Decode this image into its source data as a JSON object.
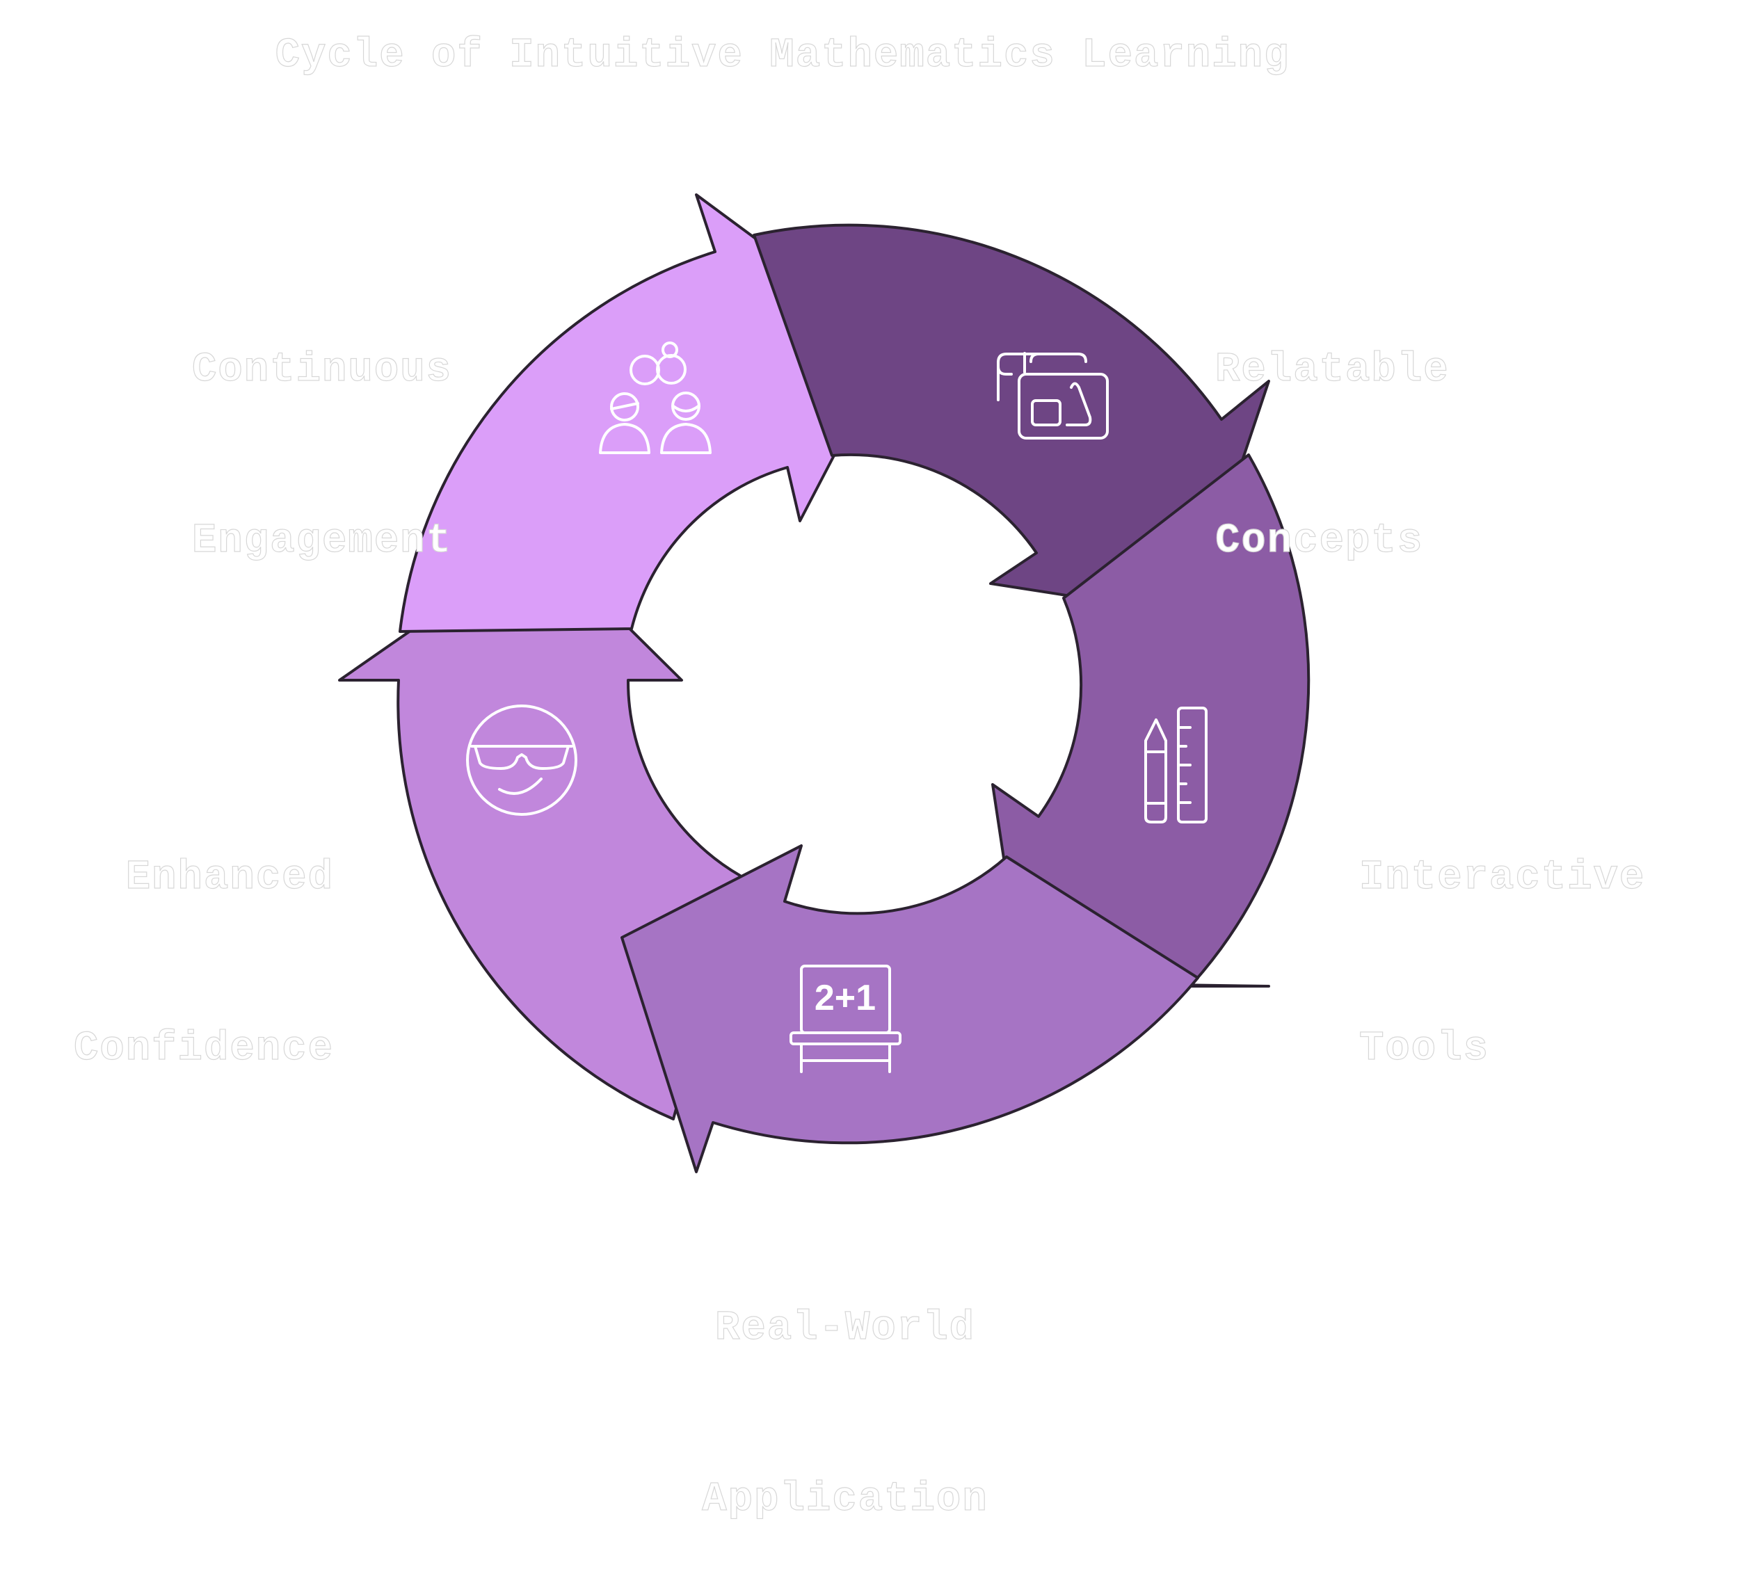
{
  "title": "Cycle of Intuitive Mathematics Learning",
  "steps": [
    {
      "id": "relatable-concepts",
      "label_lines": [
        "Relatable",
        "Concepts"
      ],
      "icon": "shapes-cards-icon",
      "color": "#6e4584"
    },
    {
      "id": "interactive-tools",
      "label_lines": [
        "Interactive",
        "Tools"
      ],
      "icon": "pencil-ruler-icon",
      "color": "#8c5ca5"
    },
    {
      "id": "real-world-application",
      "label_lines": [
        "Real-World",
        "Application"
      ],
      "icon": "chalkboard-icon",
      "color": "#a674c4"
    },
    {
      "id": "enhanced-confidence",
      "label_lines": [
        "Enhanced",
        "Confidence"
      ],
      "icon": "cool-face-icon",
      "color": "#c187dc"
    },
    {
      "id": "continuous-engagement",
      "label_lines": [
        "Continuous",
        "Engagement"
      ],
      "icon": "students-collaborating-icon",
      "color": "#db9ef9"
    }
  ],
  "board_text": "2+1"
}
